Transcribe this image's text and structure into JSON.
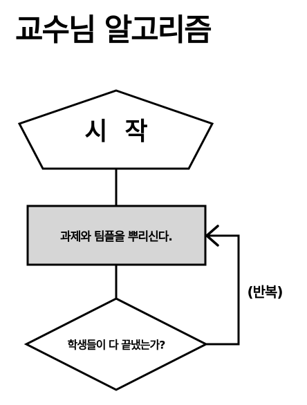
{
  "title": "교수님 알고리즘",
  "flowchart": {
    "start_label": "시  작",
    "process_label": "과제와 팀플을 뿌리신다.",
    "decision_label": "학생들이 다 끝냈는가?",
    "loop_label": "(반복)"
  },
  "colors": {
    "process_fill": "#d6d6d6",
    "stroke": "#000000",
    "background": "#ffffff"
  }
}
